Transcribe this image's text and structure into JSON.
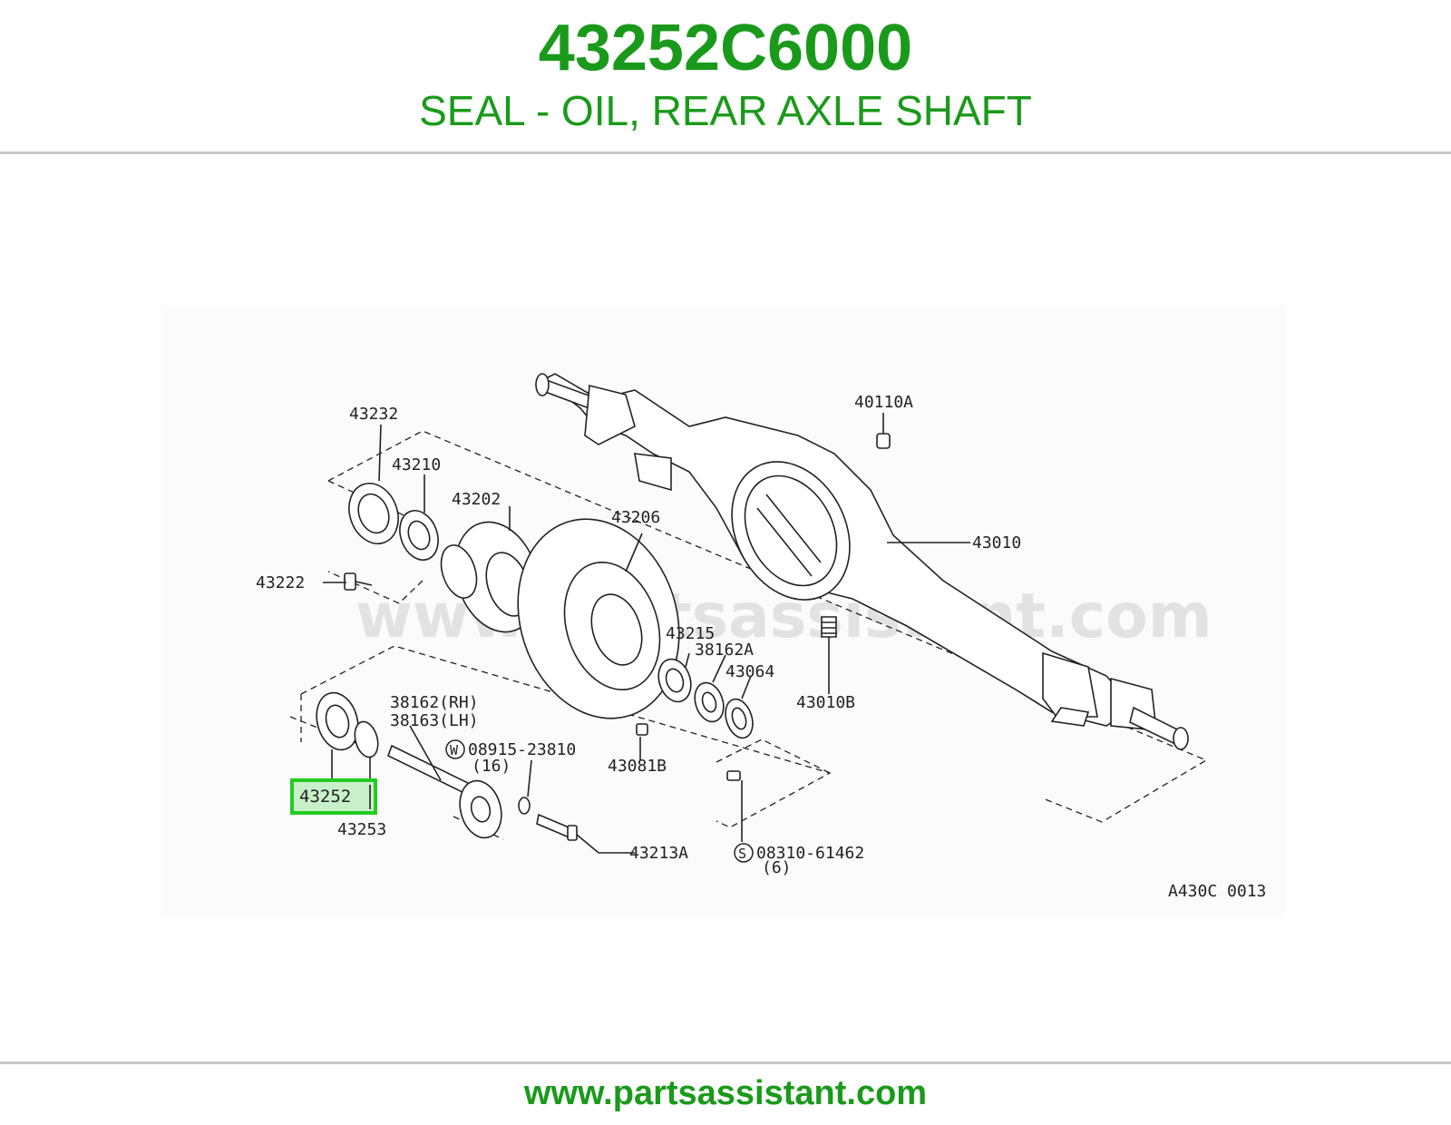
{
  "header": {
    "part_number": "43252C6000",
    "description": "SEAL - OIL, REAR AXLE SHAFT"
  },
  "diagram": {
    "watermark": "www.partsassistant.com",
    "figure_code": "A430C 0013",
    "highlighted_part": "43252",
    "labels": {
      "p43232": "43232",
      "p43210": "43210",
      "p43202": "43202",
      "p43206": "43206",
      "p40110A": "40110A",
      "p43010": "43010",
      "p43222": "43222",
      "p43215": "43215",
      "p38162A": "38162A",
      "p43064": "43064",
      "p43010B": "43010B",
      "p38162": "38162(RH)",
      "p38163": "38163(LH)",
      "w_code": "W",
      "p08915": "08915-23810",
      "p08915_qty": "(16)",
      "p43081B": "43081B",
      "p43253": "43253",
      "p43213A": "43213A",
      "s_code": "S",
      "p08310": "08310-61462",
      "p08310_qty": "(6)"
    }
  },
  "footer": {
    "url": "www.partsassistant.com"
  },
  "colors": {
    "brand_green": "#1a9a1a",
    "highlight": "#22cc22"
  }
}
